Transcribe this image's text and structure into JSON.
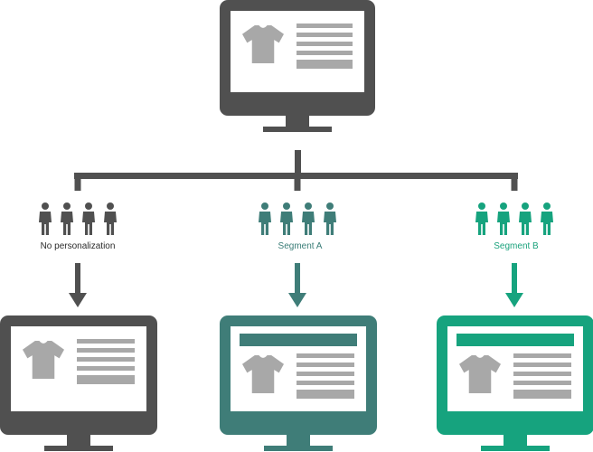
{
  "colors": {
    "source": "#505050",
    "no_personalization": "#505050",
    "segment_a": "#3f7d78",
    "segment_b": "#16a37e",
    "tree": "#505050",
    "placeholder": "#a8a8a8"
  },
  "source_monitor": {
    "icon": "tshirt-icon"
  },
  "branches": [
    {
      "label": "No personalization",
      "icon": "people-icon",
      "has_banner": false
    },
    {
      "label": "Segment A",
      "icon": "people-icon",
      "has_banner": true
    },
    {
      "label": "Segment B",
      "icon": "people-icon",
      "has_banner": true
    }
  ]
}
